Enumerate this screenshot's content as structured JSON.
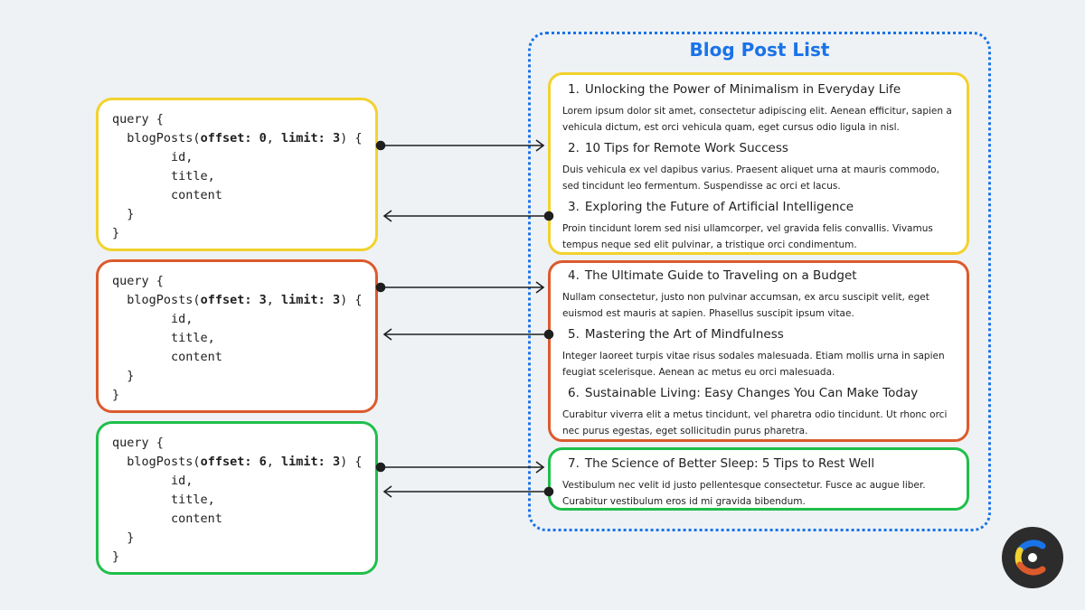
{
  "diagram": {
    "title": "Blog Post List",
    "colors": {
      "accent": "#1a73e8",
      "page1": "#f2d22e",
      "page2": "#dc5a2c",
      "page3": "#1fbf4b"
    },
    "queries": [
      {
        "line1": "query {",
        "field": "blogPosts",
        "offset_label": "offset:",
        "offset_value": "0",
        "limit_label": "limit:",
        "limit_value": "3",
        "fields": [
          "id,",
          "title,",
          "content"
        ],
        "close_inner": "}",
        "close_outer": "}"
      },
      {
        "line1": "query {",
        "field": "blogPosts",
        "offset_label": "offset:",
        "offset_value": "3",
        "limit_label": "limit:",
        "limit_value": "3",
        "fields": [
          "id,",
          "title,",
          "content"
        ],
        "close_inner": "}",
        "close_outer": "}"
      },
      {
        "line1": "query {",
        "field": "blogPosts",
        "offset_label": "offset:",
        "offset_value": "6",
        "limit_label": "limit:",
        "limit_value": "3",
        "fields": [
          "id,",
          "title,",
          "content"
        ],
        "close_inner": "}",
        "close_outer": "}"
      }
    ],
    "posts": [
      {
        "number": "1.",
        "title": "Unlocking the Power of Minimalism in Everyday Life",
        "content": "Lorem ipsum dolor sit amet, consectetur adipiscing elit. Aenean efficitur, sapien a vehicula dictum, est orci vehicula quam, eget cursus odio ligula in nisl."
      },
      {
        "number": "2.",
        "title": "10 Tips for Remote Work Success",
        "content": "Duis vehicula ex vel dapibus varius. Praesent aliquet urna at mauris commodo, sed tincidunt leo fermentum. Suspendisse ac orci et lacus."
      },
      {
        "number": "3.",
        "title": "Exploring the Future of Artificial Intelligence",
        "content": "Proin tincidunt lorem sed nisi ullamcorper, vel gravida felis convallis. Vivamus tempus neque sed elit pulvinar, a tristique orci condimentum."
      },
      {
        "number": "4.",
        "title": "The Ultimate Guide to Traveling on a Budget",
        "content": "Nullam consectetur, justo non pulvinar accumsan, ex arcu suscipit velit, eget euismod est mauris at sapien. Phasellus suscipit ipsum vitae."
      },
      {
        "number": "5.",
        "title": "Mastering the Art of Mindfulness",
        "content": "Integer laoreet turpis vitae risus sodales malesuada. Etiam mollis urna in sapien feugiat scelerisque. Aenean ac metus eu orci malesuada."
      },
      {
        "number": "6.",
        "title": "Sustainable Living: Easy Changes You Can Make Today",
        "content": "Curabitur viverra elit a metus tincidunt, vel pharetra odio tincidunt. Ut rhonc orci nec purus egestas, eget sollicitudin purus pharetra."
      },
      {
        "number": "7.",
        "title": "The Science of Better Sleep: 5 Tips to Rest Well",
        "content": "Vestibulum nec velit id justo pellentesque consectetur. Fusce ac augue liber. Curabitur vestibulum eros id mi gravida bibendum."
      }
    ],
    "logo_icon": "brand-logo-icon"
  }
}
